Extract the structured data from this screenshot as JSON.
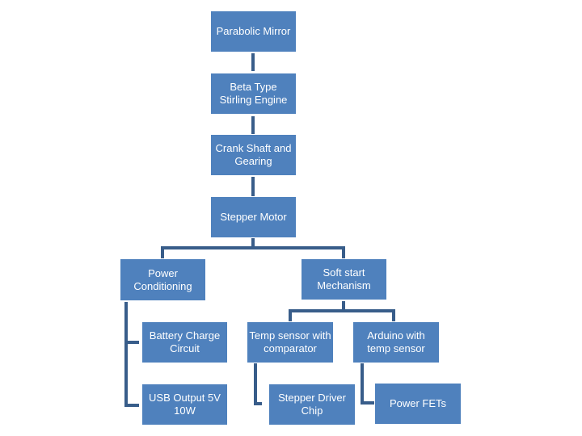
{
  "colors": {
    "box_fill": "#4f81bd",
    "connector": "#385d8a",
    "text": "#ffffff",
    "background": "#ffffff"
  },
  "nodes": {
    "parabolic_mirror": "Parabolic Mirror",
    "stirling_engine": "Beta Type Stirling Engine",
    "crank_shaft": "Crank Shaft and Gearing",
    "stepper_motor": "Stepper Motor",
    "power_conditioning": "Power Conditioning",
    "soft_start": "Soft start Mechanism",
    "battery_charge": "Battery Charge Circuit",
    "usb_output": "USB Output 5V 10W",
    "temp_sensor": "Temp sensor with comparator",
    "stepper_driver": "Stepper Driver Chip",
    "arduino": "Arduino with temp sensor",
    "power_fets": "Power FETs"
  }
}
